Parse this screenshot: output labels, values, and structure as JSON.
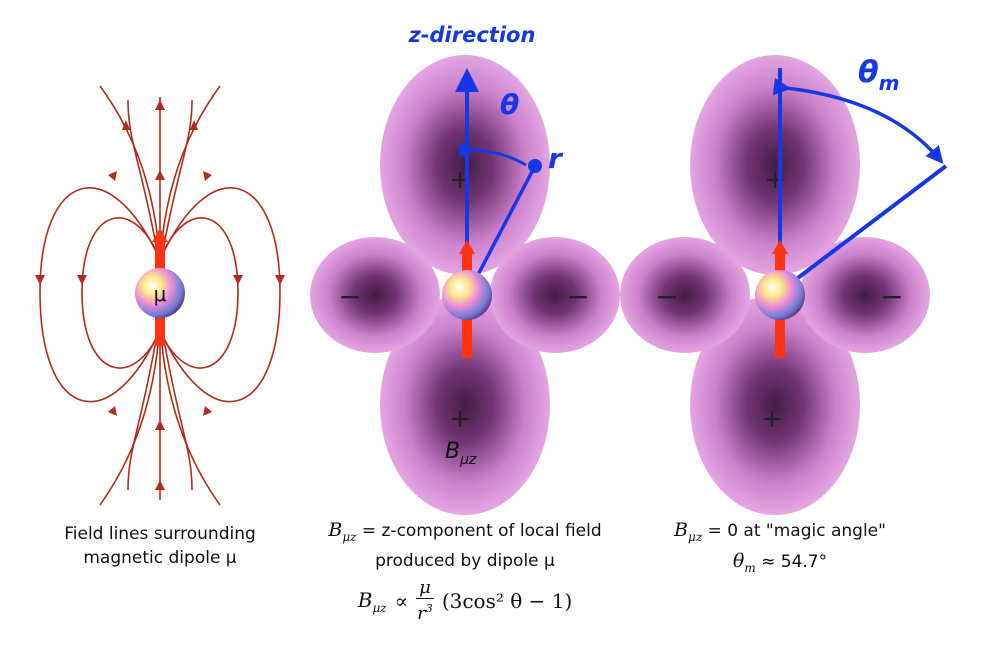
{
  "diagram": {
    "axis_title": "z-direction",
    "theta_label": "θ",
    "r_label": "r",
    "theta_m_label": "θ",
    "theta_m_sub": "m",
    "dipole_label": "μ",
    "b_label": "B",
    "b_sub": "μz",
    "plus_sign": "+",
    "minus_sign": "−"
  },
  "captions": {
    "left_line1": "Field lines surrounding",
    "left_line2": "magnetic dipole μ",
    "middle_sym": "B",
    "middle_sym_sub": "μz",
    "middle_line1_rest": " = z-component of local field",
    "middle_line2": "produced by dipole μ",
    "right_sym": "B",
    "right_sym_sub": "μz",
    "right_line1_rest": " = 0 at \"magic angle\"",
    "right_line2_sym": "θ",
    "right_line2_sub": "m",
    "right_line2_rest": " ≈ 54.7°"
  },
  "formula": {
    "lhs": "B",
    "lhs_sub": "μz",
    "prop": "∝",
    "numerator": "μ",
    "denominator": "r",
    "denominator_sup": "3",
    "rest": "(3cos² θ − 1)"
  },
  "colors": {
    "field_line": "#b52a1a",
    "axis_blue": "#1438e6",
    "dipole_arrow": "#ff3311",
    "lobe_pink": "#e79be6",
    "lobe_dark": "#3a0f3c"
  }
}
